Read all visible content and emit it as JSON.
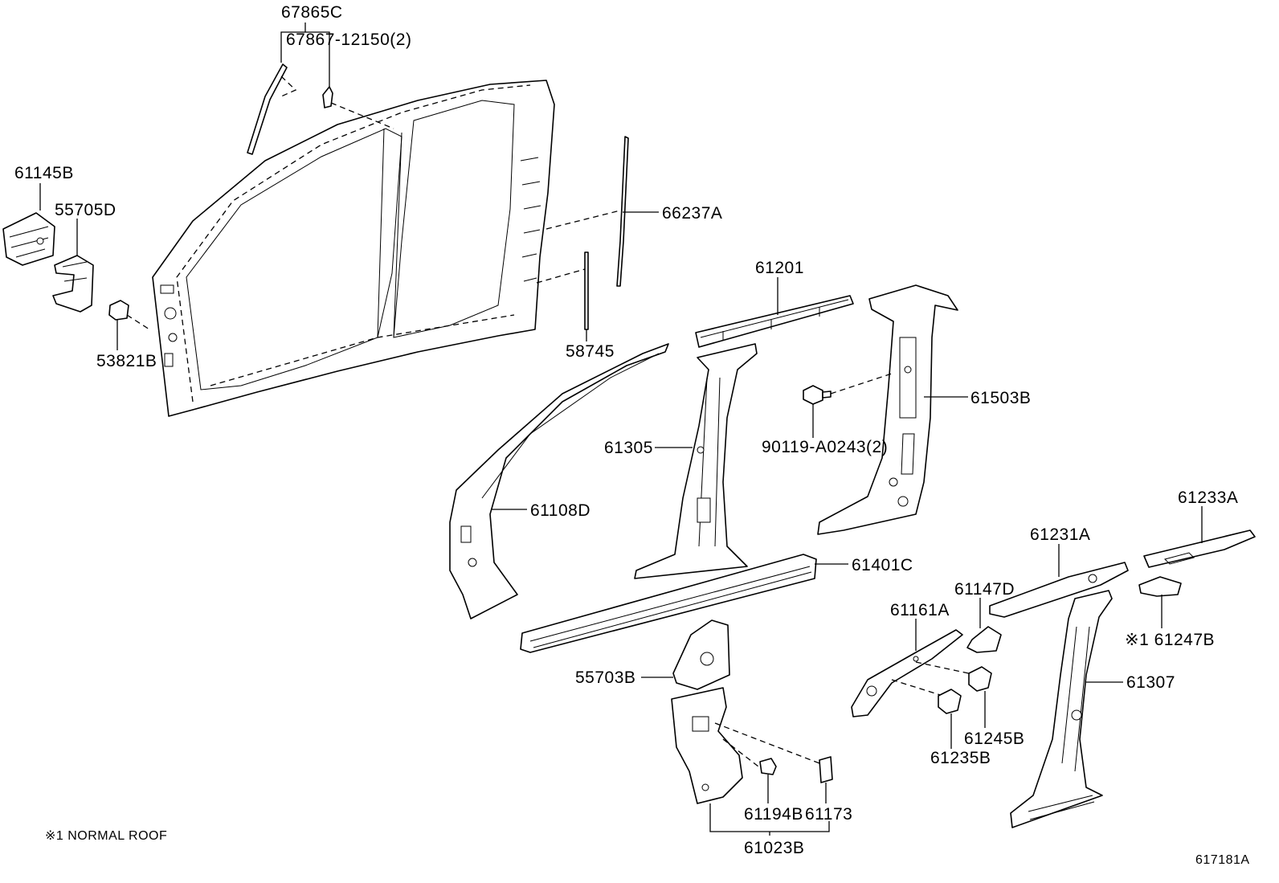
{
  "diagram": {
    "labels": {
      "l67865C": "67865C",
      "l67867": "67867-12150(2)",
      "l61145B": "61145B",
      "l55705D": "55705D",
      "l53821B": "53821B",
      "l66237A": "66237A",
      "l58745": "58745",
      "l61201": "61201",
      "l61503B": "61503B",
      "l90119": "90119-A0243(2)",
      "l61305": "61305",
      "l61108D": "61108D",
      "l61401C": "61401C",
      "l61233A": "61233A",
      "l61231A": "61231A",
      "l61147D": "61147D",
      "l61161A": "61161A",
      "l61247B": "※1 61247B",
      "l61307": "61307",
      "l55703B": "55703B",
      "l61245B": "61245B",
      "l61235B": "61235B",
      "l61194B": "61194B",
      "l61173": "61173",
      "l61023B": "61023B"
    },
    "note": "※1 NORMAL ROOF",
    "figure_id": "617181A"
  }
}
